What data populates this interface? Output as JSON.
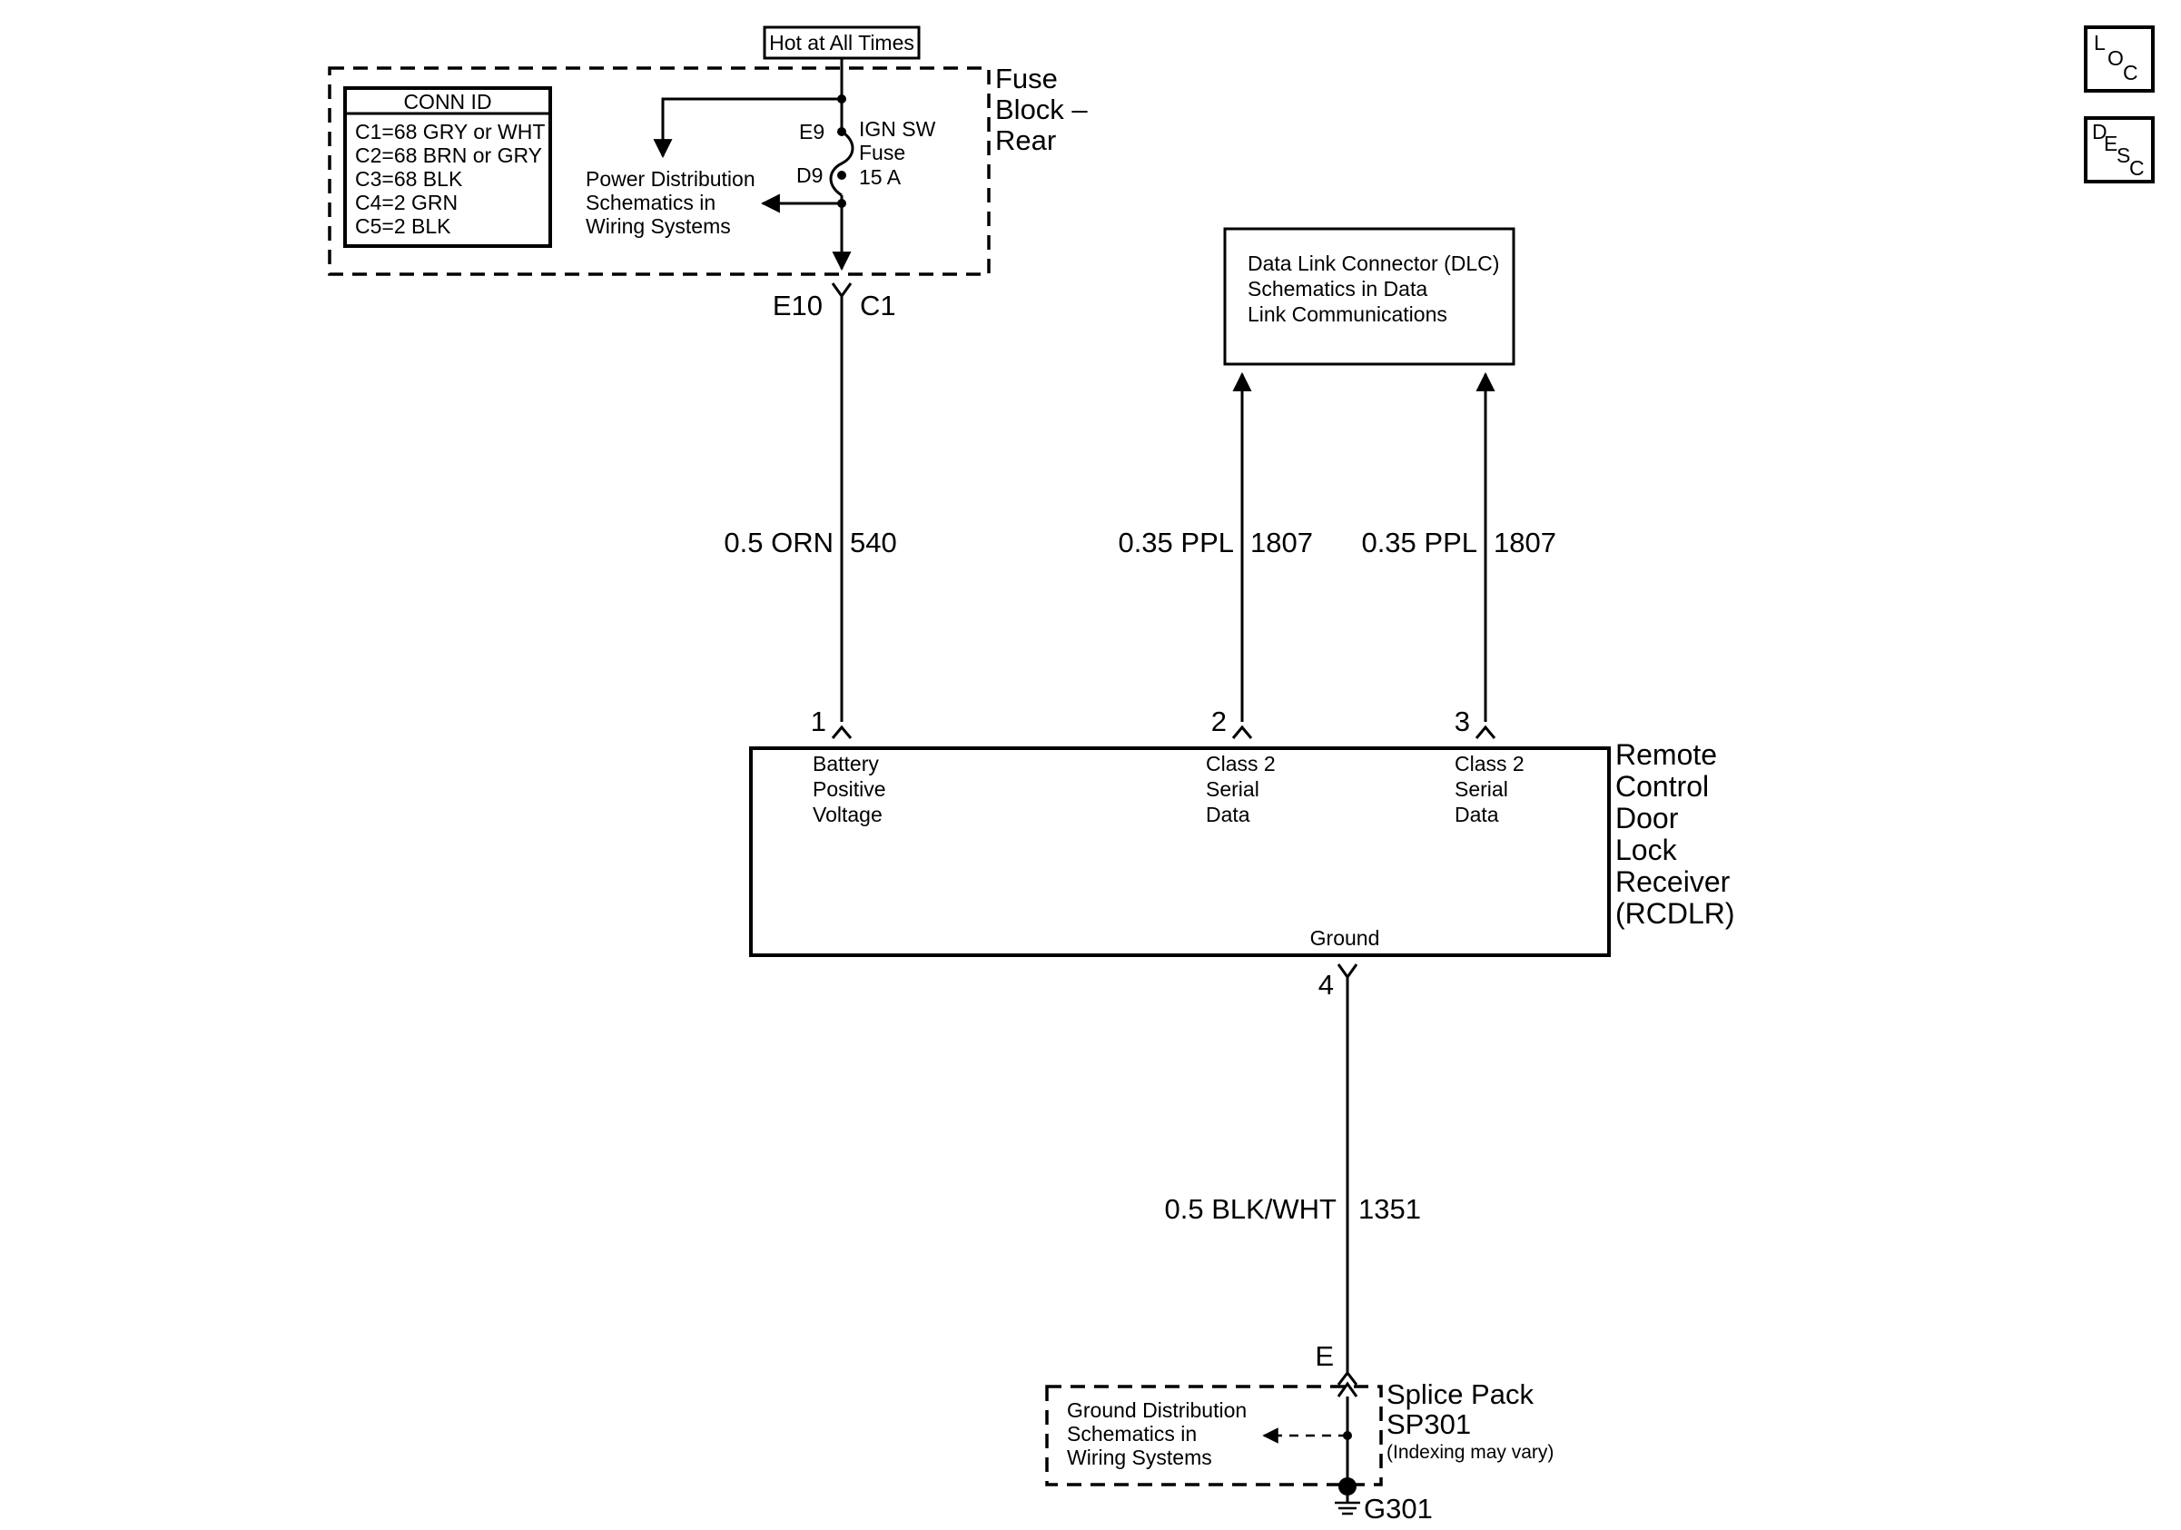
{
  "power": {
    "hot_label": "Hot at All Times",
    "fuse_block_lines": [
      "Fuse",
      "Block –",
      "Rear"
    ],
    "conn_id_title": "CONN ID",
    "conn_id_rows": [
      "C1=68 GRY or WHT",
      "C2=68 BRN or GRY",
      "C3=68 BLK",
      "C4=2 GRN",
      "C5=2 BLK"
    ],
    "fuse_pin_top": "E9",
    "fuse_pin_bottom": "D9",
    "fuse_label_lines": [
      "IGN SW",
      "Fuse",
      "15 A"
    ],
    "power_dist_lines": [
      "Power Distribution",
      "Schematics in",
      "Wiring Systems"
    ],
    "connector_pin": "E10",
    "connector_name": "C1"
  },
  "wires": {
    "w540_gauge": "0.5 ORN",
    "w540_circuit": "540",
    "w1807a_gauge": "0.35 PPL",
    "w1807a_circuit": "1807",
    "w1807b_gauge": "0.35 PPL",
    "w1807b_circuit": "1807",
    "w1351_gauge": "0.5 BLK/WHT",
    "w1351_circuit": "1351"
  },
  "dlc": {
    "lines": [
      "Data Link Connector (DLC)",
      "Schematics in Data",
      "Link Communications"
    ]
  },
  "rcdlr": {
    "name_lines": [
      "Remote",
      "Control",
      "Door",
      "Lock",
      "Receiver",
      "(RCDLR)"
    ],
    "pin1": "1",
    "pin2": "2",
    "pin3": "3",
    "pin4": "4",
    "pin1_lines": [
      "Battery",
      "Positive",
      "Voltage"
    ],
    "pin2_lines": [
      "Class 2",
      "Serial",
      "Data"
    ],
    "pin3_lines": [
      "Class 2",
      "Serial",
      "Data"
    ],
    "ground_label": "Ground"
  },
  "ground": {
    "splice_pin": "E",
    "splice_lines": [
      "Splice Pack",
      "SP301"
    ],
    "splice_note": "(Indexing may vary)",
    "ground_dist_lines": [
      "Ground Distribution",
      "Schematics in",
      "Wiring Systems"
    ],
    "ground_id": "G301"
  },
  "nav": {
    "loc": {
      "l": "L",
      "o": "O",
      "c": "C"
    },
    "desc": {
      "d": "D",
      "e": "E",
      "s": "S",
      "c": "C"
    }
  }
}
